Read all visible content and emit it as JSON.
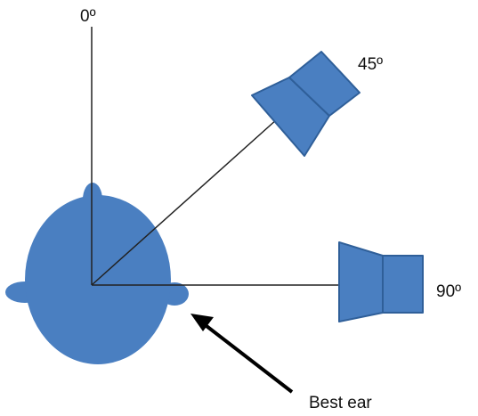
{
  "labels": {
    "angle_0": "0º",
    "angle_45": "45º",
    "angle_90": "90º",
    "best_ear": "Best ear"
  },
  "colors": {
    "shape_fill": "#4a7fc1",
    "shape_stroke": "#2f5f99",
    "line": "#222222",
    "arrow": "#000000"
  }
}
